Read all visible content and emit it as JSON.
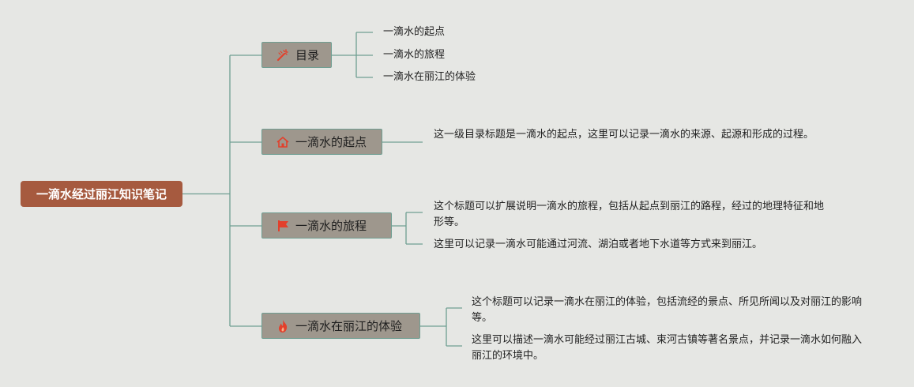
{
  "root": {
    "label": "一滴水经过丽江知识笔记"
  },
  "branches": [
    {
      "label": "目录",
      "icon": "tools-icon",
      "leaves": [
        "一滴水的起点",
        "一滴水的旅程",
        "一滴水在丽江的体验"
      ]
    },
    {
      "label": "一滴水的起点",
      "icon": "home-icon",
      "leaves": [
        "这一级目录标题是一滴水的起点，这里可以记录一滴水的来源、起源和形成的过程。"
      ]
    },
    {
      "label": "一滴水的旅程",
      "icon": "flag-icon",
      "leaves": [
        "这个标题可以扩展说明一滴水的旅程，包括从起点到丽江的路程，经过的地理特征和地形等。",
        "这里可以记录一滴水可能通过河流、湖泊或者地下水道等方式来到丽江。"
      ]
    },
    {
      "label": "一滴水在丽江的体验",
      "icon": "flame-icon",
      "leaves": [
        "这个标题可以记录一滴水在丽江的体验，包括流经的景点、所见所闻以及对丽江的影响等。",
        "这里可以描述一滴水可能经过丽江古城、束河古镇等著名景点，并记录一滴水如何融入丽江的环境中。"
      ]
    }
  ],
  "colors": {
    "root": "#a65a3f",
    "branch": "#9e978d",
    "link": "#6f9e92",
    "icon_red": "#e2402c"
  }
}
